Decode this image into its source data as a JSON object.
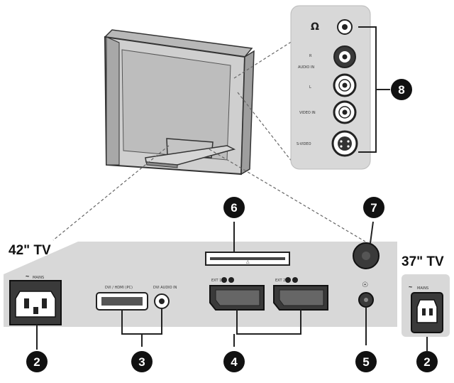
{
  "labels": {
    "tv42": "42\" TV",
    "tv37": "37\" TV",
    "mains_symbol": "~",
    "mains": "MAINS",
    "dvi": "DVI / HDMI (PC)",
    "pc_audio": "DVI AUDIO IN",
    "ext1": "EXT 1",
    "ext2": "EXT 2",
    "card_slot": "△",
    "antenna": "☉",
    "headphone_icon": "Ω",
    "audio_r": "R",
    "audio_l": "L",
    "audio_in": "AUDIO IN",
    "video_in": "VIDEO IN",
    "svideo": "S-VIDEO"
  },
  "callouts": {
    "c2a": "2",
    "c2b": "2",
    "c3": "3",
    "c4": "4",
    "c5": "5",
    "c6": "6",
    "c7": "7",
    "c8": "8"
  },
  "colors": {
    "panel": "#d8d8d8",
    "dark": "#222222",
    "tv_body": "#cfcfcf"
  }
}
